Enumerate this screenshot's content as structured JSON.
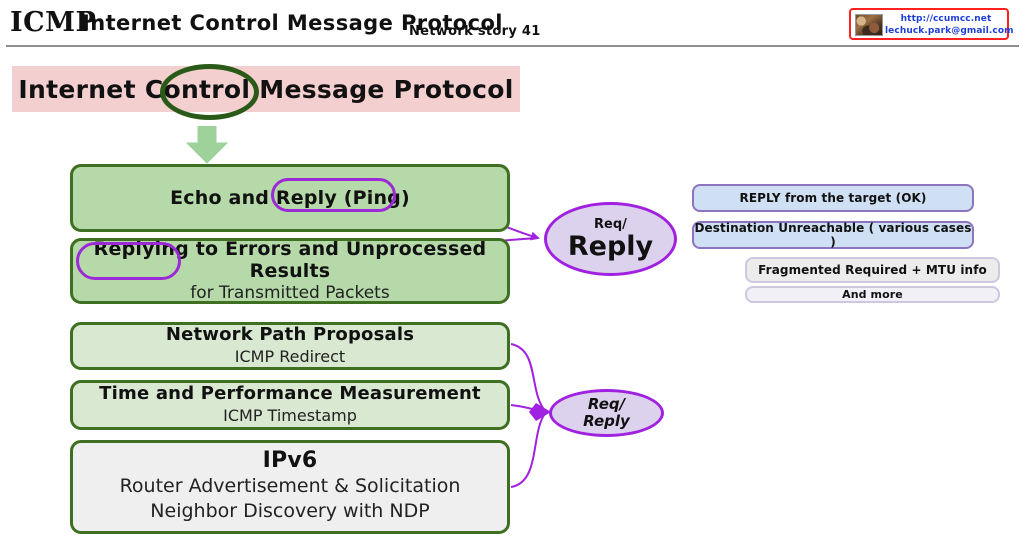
{
  "header": {
    "acronym": "ICMP",
    "title": "Internet Control Message Protocol",
    "subtitle": "Network story 41",
    "logo": {
      "url": "http://ccumcc.net",
      "email": "lechuck.park@gmail.com",
      "border_color": "#ff2020",
      "text_color": "#1d3fd8"
    },
    "rule_color": "#8e8e8e"
  },
  "banner": {
    "text": "Internet Control Message Protocol",
    "background": "#f4cfcf",
    "highlight_word": "Control",
    "highlight_color": "#2a5a17"
  },
  "arrow": {
    "name": "down-arrow",
    "color": "#9fd29a"
  },
  "boxes": [
    {
      "id": "echo",
      "title": "Echo and Reply (Ping)",
      "subtitle": "",
      "fill": "#b5d9a8",
      "border": "#3f6f20",
      "highlight": "Reply (Ping)"
    },
    {
      "id": "reply",
      "title": "Replying to Errors and Unprocessed Results",
      "subtitle": "for Transmitted Packets",
      "fill": "#b5d9a8",
      "border": "#3f6f20",
      "highlight": "Replying"
    },
    {
      "id": "path",
      "title": "Network Path Proposals",
      "subtitle": "ICMP Redirect",
      "fill": "#d9e9d1",
      "border": "#3f6f20",
      "highlight": ""
    },
    {
      "id": "time",
      "title": "Time and Performance Measurement",
      "subtitle": "ICMP Timestamp",
      "fill": "#d9e9d1",
      "border": "#3f6f20",
      "highlight": ""
    },
    {
      "id": "ipv6",
      "title": "IPv6",
      "subtitle": "Router Advertisement & Solicitation",
      "subtitle2": "Neighbor Discovery with NDP",
      "fill": "#efefef",
      "border": "#3f6f20",
      "highlight": ""
    }
  ],
  "ellipses": [
    {
      "id": "big",
      "line1": "Req/",
      "line2": "Reply",
      "fill": "#ddd2ee",
      "border": "#a021e0"
    },
    {
      "id": "small",
      "line1": "Req/",
      "line2": "Reply",
      "fill": "#ddd2ee",
      "border": "#a021e0"
    }
  ],
  "right_list": [
    {
      "id": "reply-ok",
      "label": "REPLY from the target (OK)",
      "fill": "#cfe0f4",
      "border": "#8d74bf"
    },
    {
      "id": "dest-unreach",
      "label": "Destination Unreachable ( various cases )",
      "fill": "#cfe0f4",
      "border": "#8d74bf"
    },
    {
      "id": "frag-mtu",
      "label": "Fragmented Required + MTU info",
      "fill": "#ececec",
      "border": "#cfc6e0"
    },
    {
      "id": "and-more",
      "label": "And more",
      "fill": "#f2f0f7",
      "border": "#cfc6e0"
    }
  ],
  "connector_color": "#a021e0"
}
